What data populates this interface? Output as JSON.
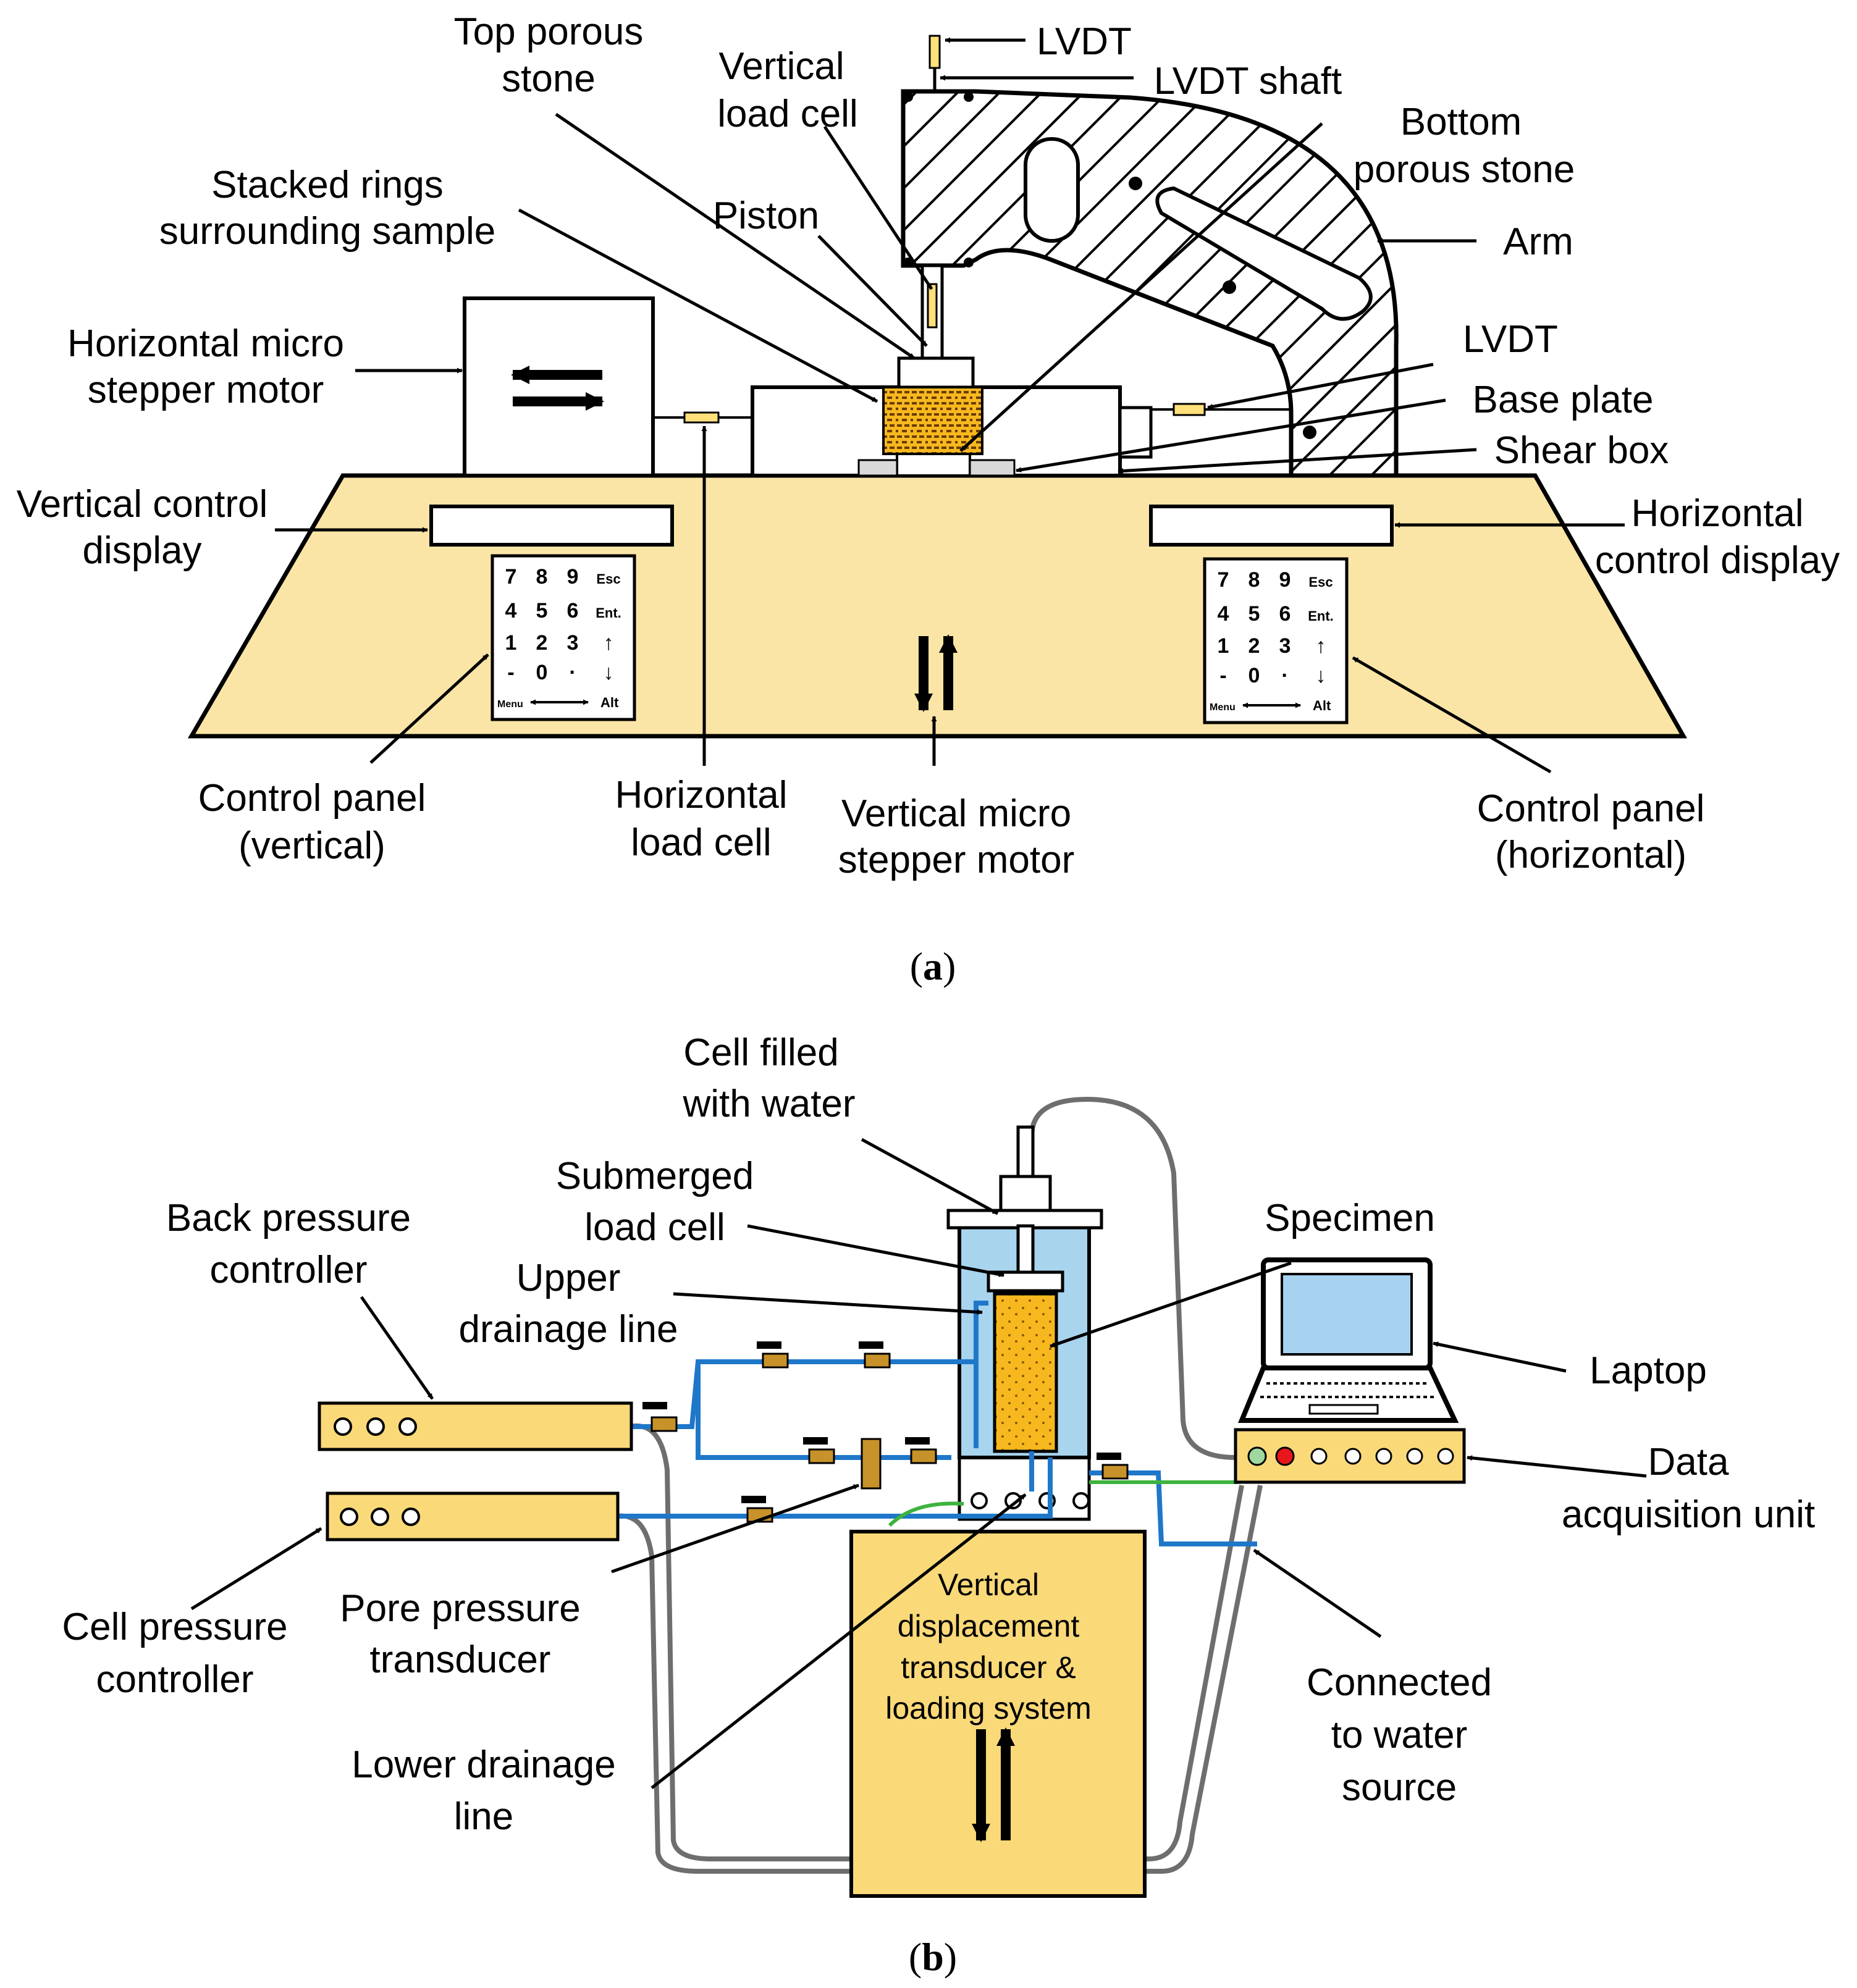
{
  "colors": {
    "panel_fill": "#FBE5A6",
    "panel_fill_b": "#FAD978",
    "water": "#A8D4EE",
    "specimen": "#F7B81F",
    "tube_blue": "#1F77C9",
    "hose_grey": "#6E6E6E",
    "green_wire": "#3DB33D",
    "laptop_screen": "#A7D2F0",
    "led_green": "#9FD9A0",
    "led_red": "#E8161B",
    "valve_brass": "#C7922A"
  },
  "part_a": {
    "labels": {
      "lvdt_top": "LVDT",
      "lvdt_shaft": "LVDT shaft",
      "top_porous_1": "Top porous",
      "top_porous_2": "stone",
      "vertical_load_cell_1": "Vertical",
      "vertical_load_cell_2": "load cell",
      "bottom_porous_1": "Bottom",
      "bottom_porous_2": "porous stone",
      "stacked_rings_1": "Stacked rings",
      "stacked_rings_2": "surrounding sample",
      "piston": "Piston",
      "arm": "Arm",
      "h_motor_1": "Horizontal micro",
      "h_motor_2": "stepper motor",
      "lvdt_side": "LVDT",
      "base_plate": "Base plate",
      "shear_box": "Shear box",
      "v_display_1": "Vertical control",
      "v_display_2": "display",
      "h_display_1": "Horizontal",
      "h_display_2": "control display",
      "panel_v_1": "Control panel",
      "panel_v_2": "(vertical)",
      "h_load_cell_1": "Horizontal",
      "h_load_cell_2": "load cell",
      "v_motor_1": "Vertical micro",
      "v_motor_2": "stepper motor",
      "panel_h_1": "Control panel",
      "panel_h_2": "(horizontal)"
    },
    "keypad": {
      "rows": [
        [
          "7",
          "8",
          "9",
          "Esc"
        ],
        [
          "4",
          "5",
          "6",
          "Ent."
        ],
        [
          "1",
          "2",
          "3",
          "↑"
        ],
        [
          "-",
          "0",
          "·",
          "↓"
        ]
      ],
      "menu": "Menu",
      "alt": "Alt"
    },
    "caption": "a"
  },
  "part_b": {
    "labels": {
      "cell_filled_1": "Cell filled",
      "cell_filled_2": "with water",
      "submerged_1": "Submerged",
      "submerged_2": "load cell",
      "specimen": "Specimen",
      "back_pressure_1": "Back pressure",
      "back_pressure_2": "controller",
      "upper_drainage_1": "Upper",
      "upper_drainage_2": "drainage line",
      "laptop": "Laptop",
      "daq_1": "Data",
      "daq_2": "acquisition unit",
      "cell_pressure_1": "Cell pressure",
      "cell_pressure_2": "controller",
      "pore_pressure_1": "Pore pressure",
      "pore_pressure_2": "transducer",
      "vdt_1": "Vertical",
      "vdt_2": "displacement",
      "vdt_3": "transducer &",
      "vdt_4": "loading system",
      "water_source_1": "Connected",
      "water_source_2": "to water",
      "water_source_3": "source",
      "lower_drainage_1": "Lower drainage",
      "lower_drainage_2": "line"
    },
    "caption": "b"
  }
}
